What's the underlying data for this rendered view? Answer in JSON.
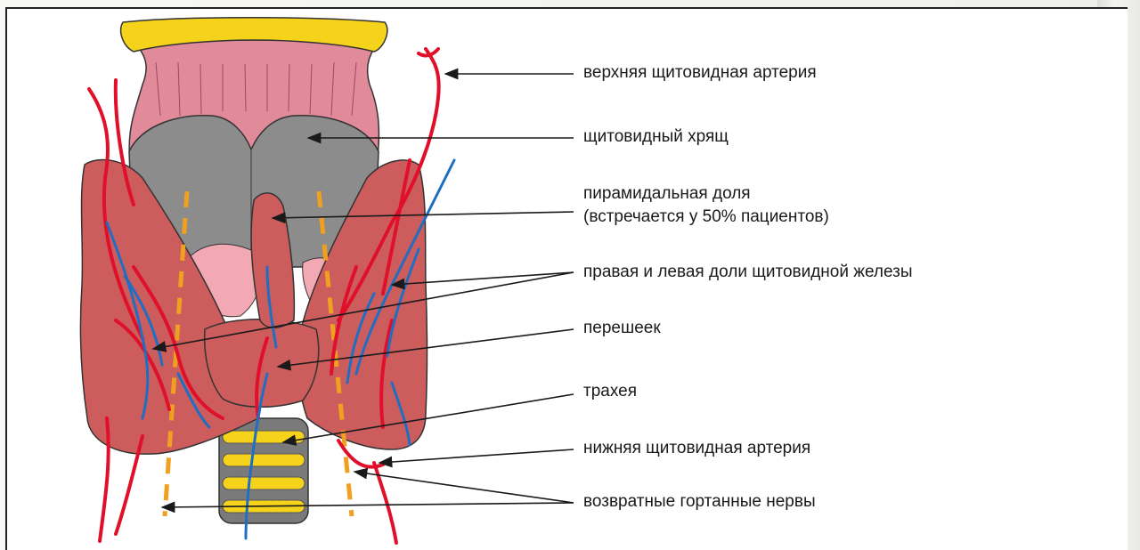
{
  "figure": {
    "labels": {
      "superior_thyroid_artery": "верхняя щитовидная артерия",
      "thyroid_cartilage": "щитовидный хрящ",
      "pyramidal_lobe_line1": "пирамидальная доля",
      "pyramidal_lobe_line2": "(встречается у 50% пациентов)",
      "right_left_lobes": "правая и левая доли щитовидной железы",
      "isthmus": "перешеек",
      "trachea": "трахея",
      "inferior_thyroid_artery": "нижняя щитовидная артерия",
      "recurrent_laryngeal_nerves": "возвратные гортанные нервы"
    },
    "colors": {
      "cartilage_top": "#f5d31a",
      "larynx_pink": "#e08a9a",
      "cartilage_grey": "#8c8c8c",
      "gland_red": "#cd5c5c",
      "artery_red": "#e0102a",
      "vein_blue": "#1e6fc4",
      "nerve_orange": "#f0a020",
      "trachea_yellow": "#f5d31a",
      "trachea_grey": "#7a7a7a",
      "pink_tissue": "#f2a9b4"
    }
  }
}
